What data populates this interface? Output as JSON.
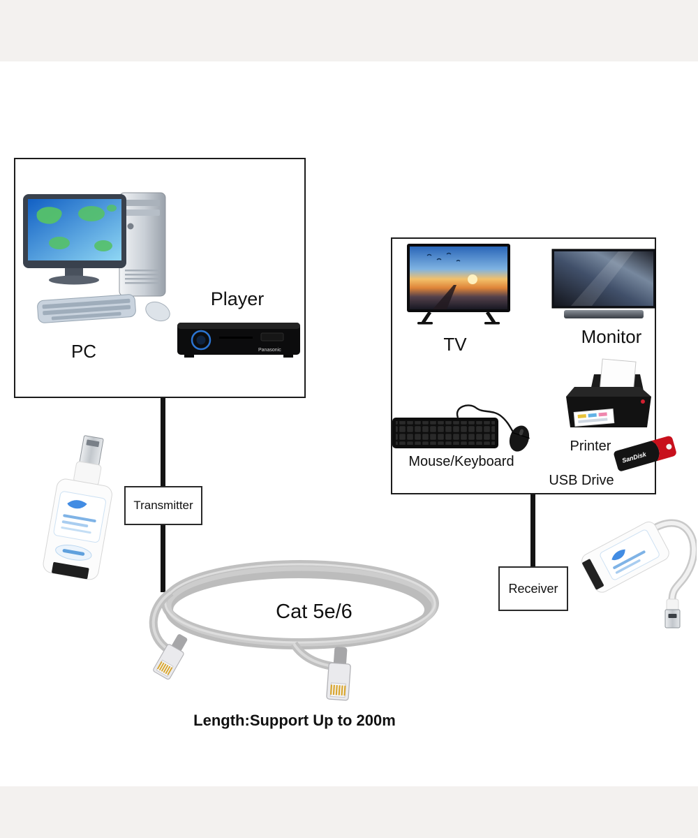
{
  "source_box": {
    "pc_label": "PC",
    "player_label": "Player",
    "player_brand": "Panasonic"
  },
  "peripheral_box": {
    "tv_label": "TV",
    "monitor_label": "Monitor",
    "mouse_keyboard_label": "Mouse/Keyboard",
    "printer_label": "Printer",
    "usb_drive_label": "USB Drive",
    "usb_drive_brand": "SanDisk"
  },
  "link": {
    "transmitter_label": "Transmitter",
    "receiver_label": "Receiver",
    "cable_label": "Cat 5e/6",
    "length_note": "Length:Support Up to 200m"
  },
  "colors": {
    "connection_line": "#141414",
    "box_border": "#1c1c1c",
    "cable_gray": "#c0c0c0",
    "accent_blue": "#2d7fe0",
    "usb_drive_red": "#c8101c"
  }
}
